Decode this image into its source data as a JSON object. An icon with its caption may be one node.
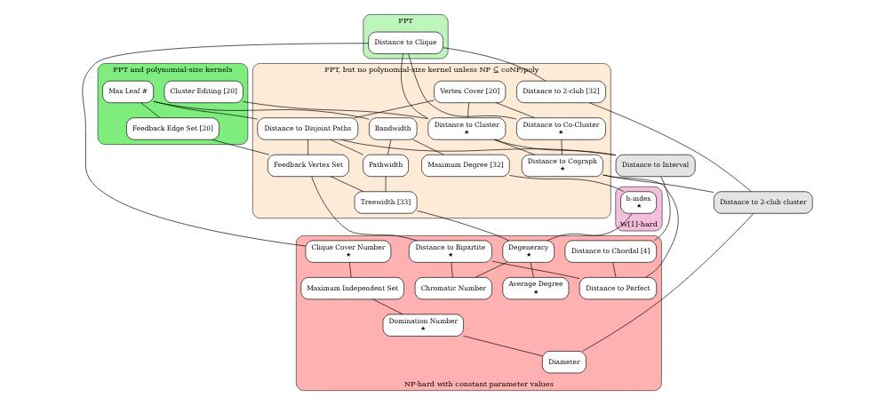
{
  "diagram": {
    "nodes": [
      {
        "text": [
          "FPT"
        ]
      },
      {
        "text": [
          "Distance to Clique"
        ],
        "in": 0
      },
      {
        "text": [
          "FPT, but no polynomial-size kernel unless NP ⊆ coNP/poly"
        ]
      },
      {
        "text": [
          "Vertex Cover [20]"
        ],
        "in": 2
      },
      {
        "text": [
          "FPT and polynomial-size kernels"
        ]
      },
      {
        "text": [
          "Cluster Editing [20]"
        ],
        "in": 4
      },
      {
        "text": [
          "Max Leaf #"
        ],
        "in": 4
      },
      {
        "text": [
          "NP-hard with constant parameter values"
        ]
      },
      {
        "text": [
          "Clique Cover Number",
          "★"
        ],
        "in": 7
      },
      {
        "text": [
          "Distance to 2-club [32]"
        ],
        "in": 2
      },
      {
        "text": [
          "Distance to Co-Cluster",
          "★"
        ],
        "in": 2
      },
      {
        "text": [
          "Distance to Cluster",
          "★"
        ],
        "in": 2
      },
      {
        "text": [
          "Distance to Disjoint Paths"
        ],
        "in": 2
      },
      {
        "text": [
          "Feedback Edge Set [20]"
        ],
        "in": 4
      },
      {
        "text": [
          "Bandwidth"
        ],
        "in": 2
      },
      {
        "text": [
          "Maximum Independent Set"
        ],
        "in": 7
      },
      {
        "text": [
          "Distance to Cograph",
          "★"
        ],
        "in": 2
      },
      {
        "text": [
          "Distance to Interval"
        ]
      },
      {
        "text": [
          "Feedback Vertex Set"
        ],
        "in": 2
      },
      {
        "text": [
          "Pathwidth"
        ],
        "in": 2
      },
      {
        "text": [
          "Maximum Degree [32]"
        ],
        "in": 2
      },
      {
        "text": [
          "W[1]-hard"
        ]
      },
      {
        "text": [
          "h-index",
          "★"
        ],
        "in": 21
      },
      {
        "text": [
          "Domination Number",
          "★"
        ],
        "in": 7
      },
      {
        "text": [
          "Distance to 2-club cluster"
        ]
      },
      {
        "text": [
          "Distance to Chordal [4]"
        ],
        "in": 7
      },
      {
        "text": [
          "Distance to Bipartite",
          "★"
        ],
        "in": 7
      },
      {
        "text": [
          "Treewidth [33]"
        ],
        "in": 2
      },
      {
        "text": [
          "Diameter"
        ],
        "in": 7
      },
      {
        "text": [
          "Distance to Perfect"
        ],
        "in": 7
      },
      {
        "text": [
          "Degeneracy",
          "★"
        ],
        "in": 7
      },
      {
        "text": [
          "Chromatic Number"
        ],
        "in": 7
      },
      {
        "text": [
          "Average Degree",
          "★"
        ],
        "in": 7
      }
    ],
    "edges": [
      {
        "from": 1,
        "to": 8,
        "arrow": "none"
      },
      {
        "from": 1,
        "to": 9,
        "arrow": "none"
      },
      {
        "from": 1,
        "to": 10,
        "arrow": "none"
      },
      {
        "from": 1,
        "to": 11,
        "arrow": "none"
      },
      {
        "from": 3,
        "to": 10,
        "arrow": "none"
      },
      {
        "from": 3,
        "to": 11,
        "arrow": "none"
      },
      {
        "from": 3,
        "to": 12,
        "arrow": "none"
      },
      {
        "from": 5,
        "to": 11,
        "arrow": "none"
      },
      {
        "from": 6,
        "to": 12,
        "arrow": "none"
      },
      {
        "from": 6,
        "to": 13,
        "arrow": "none"
      },
      {
        "from": 6,
        "to": 14,
        "arrow": "none"
      },
      {
        "from": 8,
        "to": 15,
        "arrow": "none"
      },
      {
        "from": 15,
        "to": 23,
        "arrow": "none"
      },
      {
        "from": 23,
        "to": 28,
        "arrow": "none"
      },
      {
        "from": 9,
        "to": 24,
        "arrow": "none"
      },
      {
        "from": 24,
        "to": 28,
        "arrow": "none"
      },
      {
        "from": 10,
        "to": 16,
        "arrow": "none"
      },
      {
        "from": 11,
        "to": 16,
        "arrow": "none"
      },
      {
        "from": 11,
        "to": 17,
        "arrow": "none"
      },
      {
        "from": 16,
        "to": 24,
        "arrow": "none"
      },
      {
        "from": 16,
        "to": 29,
        "arrow": "none"
      },
      {
        "from": 12,
        "to": 17,
        "arrow": "none"
      },
      {
        "from": 12,
        "to": 18,
        "arrow": "none"
      },
      {
        "from": 12,
        "to": 19,
        "arrow": "none"
      },
      {
        "from": 13,
        "to": 18,
        "arrow": "none"
      },
      {
        "from": 14,
        "to": 19,
        "arrow": "none"
      },
      {
        "from": 14,
        "to": 20,
        "arrow": "none"
      },
      {
        "from": 17,
        "to": 25,
        "arrow": "none"
      },
      {
        "from": 25,
        "to": 29,
        "arrow": "none"
      },
      {
        "from": 26,
        "to": 29,
        "arrow": "none"
      },
      {
        "from": 18,
        "to": 26,
        "arrow": "none"
      },
      {
        "from": 18,
        "to": 27,
        "arrow": "none"
      },
      {
        "from": 19,
        "to": 27,
        "arrow": "none"
      },
      {
        "from": 27,
        "to": 30,
        "arrow": "none"
      },
      {
        "from": 26,
        "to": 31,
        "arrow": "none"
      },
      {
        "from": 30,
        "to": 31,
        "arrow": "none"
      },
      {
        "from": 30,
        "to": 32,
        "arrow": "none"
      },
      {
        "from": 20,
        "to": 22,
        "arrow": "none"
      },
      {
        "from": 22,
        "to": 30,
        "arrow": "none"
      }
    ]
  }
}
